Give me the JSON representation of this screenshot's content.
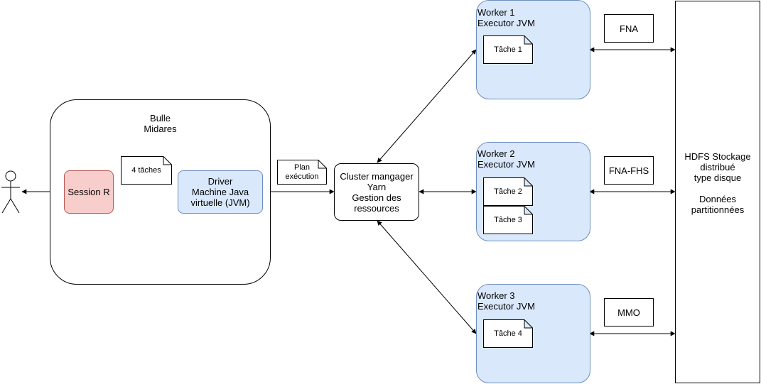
{
  "bulle": {
    "line1": "Bulle",
    "line2": "Midares"
  },
  "user": {
    "icon": "user-actor-icon"
  },
  "session": {
    "label": "Session R"
  },
  "notes": {
    "four_tasks": "4 tâches",
    "plan_line1": "Plan",
    "plan_line2": "exécution"
  },
  "driver": {
    "line1": "Driver",
    "line2": "Machine Java",
    "line3": "virtuelle (JVM)"
  },
  "cluster_manager": {
    "line1": "Cluster mangager",
    "line2": "Yarn",
    "line3": "Gestion des",
    "line4": "ressources"
  },
  "workers": [
    {
      "title1": "Worker 1",
      "title2": "Executor JVM",
      "tasks": [
        "Tâche 1"
      ]
    },
    {
      "title1": "Worker 2",
      "title2": "Executor JVM",
      "tasks": [
        "Tâche 2",
        "Tâche 3"
      ]
    },
    {
      "title1": "Worker 3",
      "title2": "Executor JVM",
      "tasks": [
        "Tâche 4"
      ]
    }
  ],
  "partitions": [
    "FNA",
    "FNA-FHS",
    "MMO"
  ],
  "hdfs": {
    "line1": "HDFS Stockage",
    "line2": "distribué",
    "line3": "type disque",
    "line4": "Données",
    "line5": "partitionnées"
  },
  "colors": {
    "session_fill": "#f8cecc",
    "session_stroke": "#b85450",
    "jvm_fill": "#dae8fc",
    "jvm_stroke": "#6c8ebf"
  }
}
